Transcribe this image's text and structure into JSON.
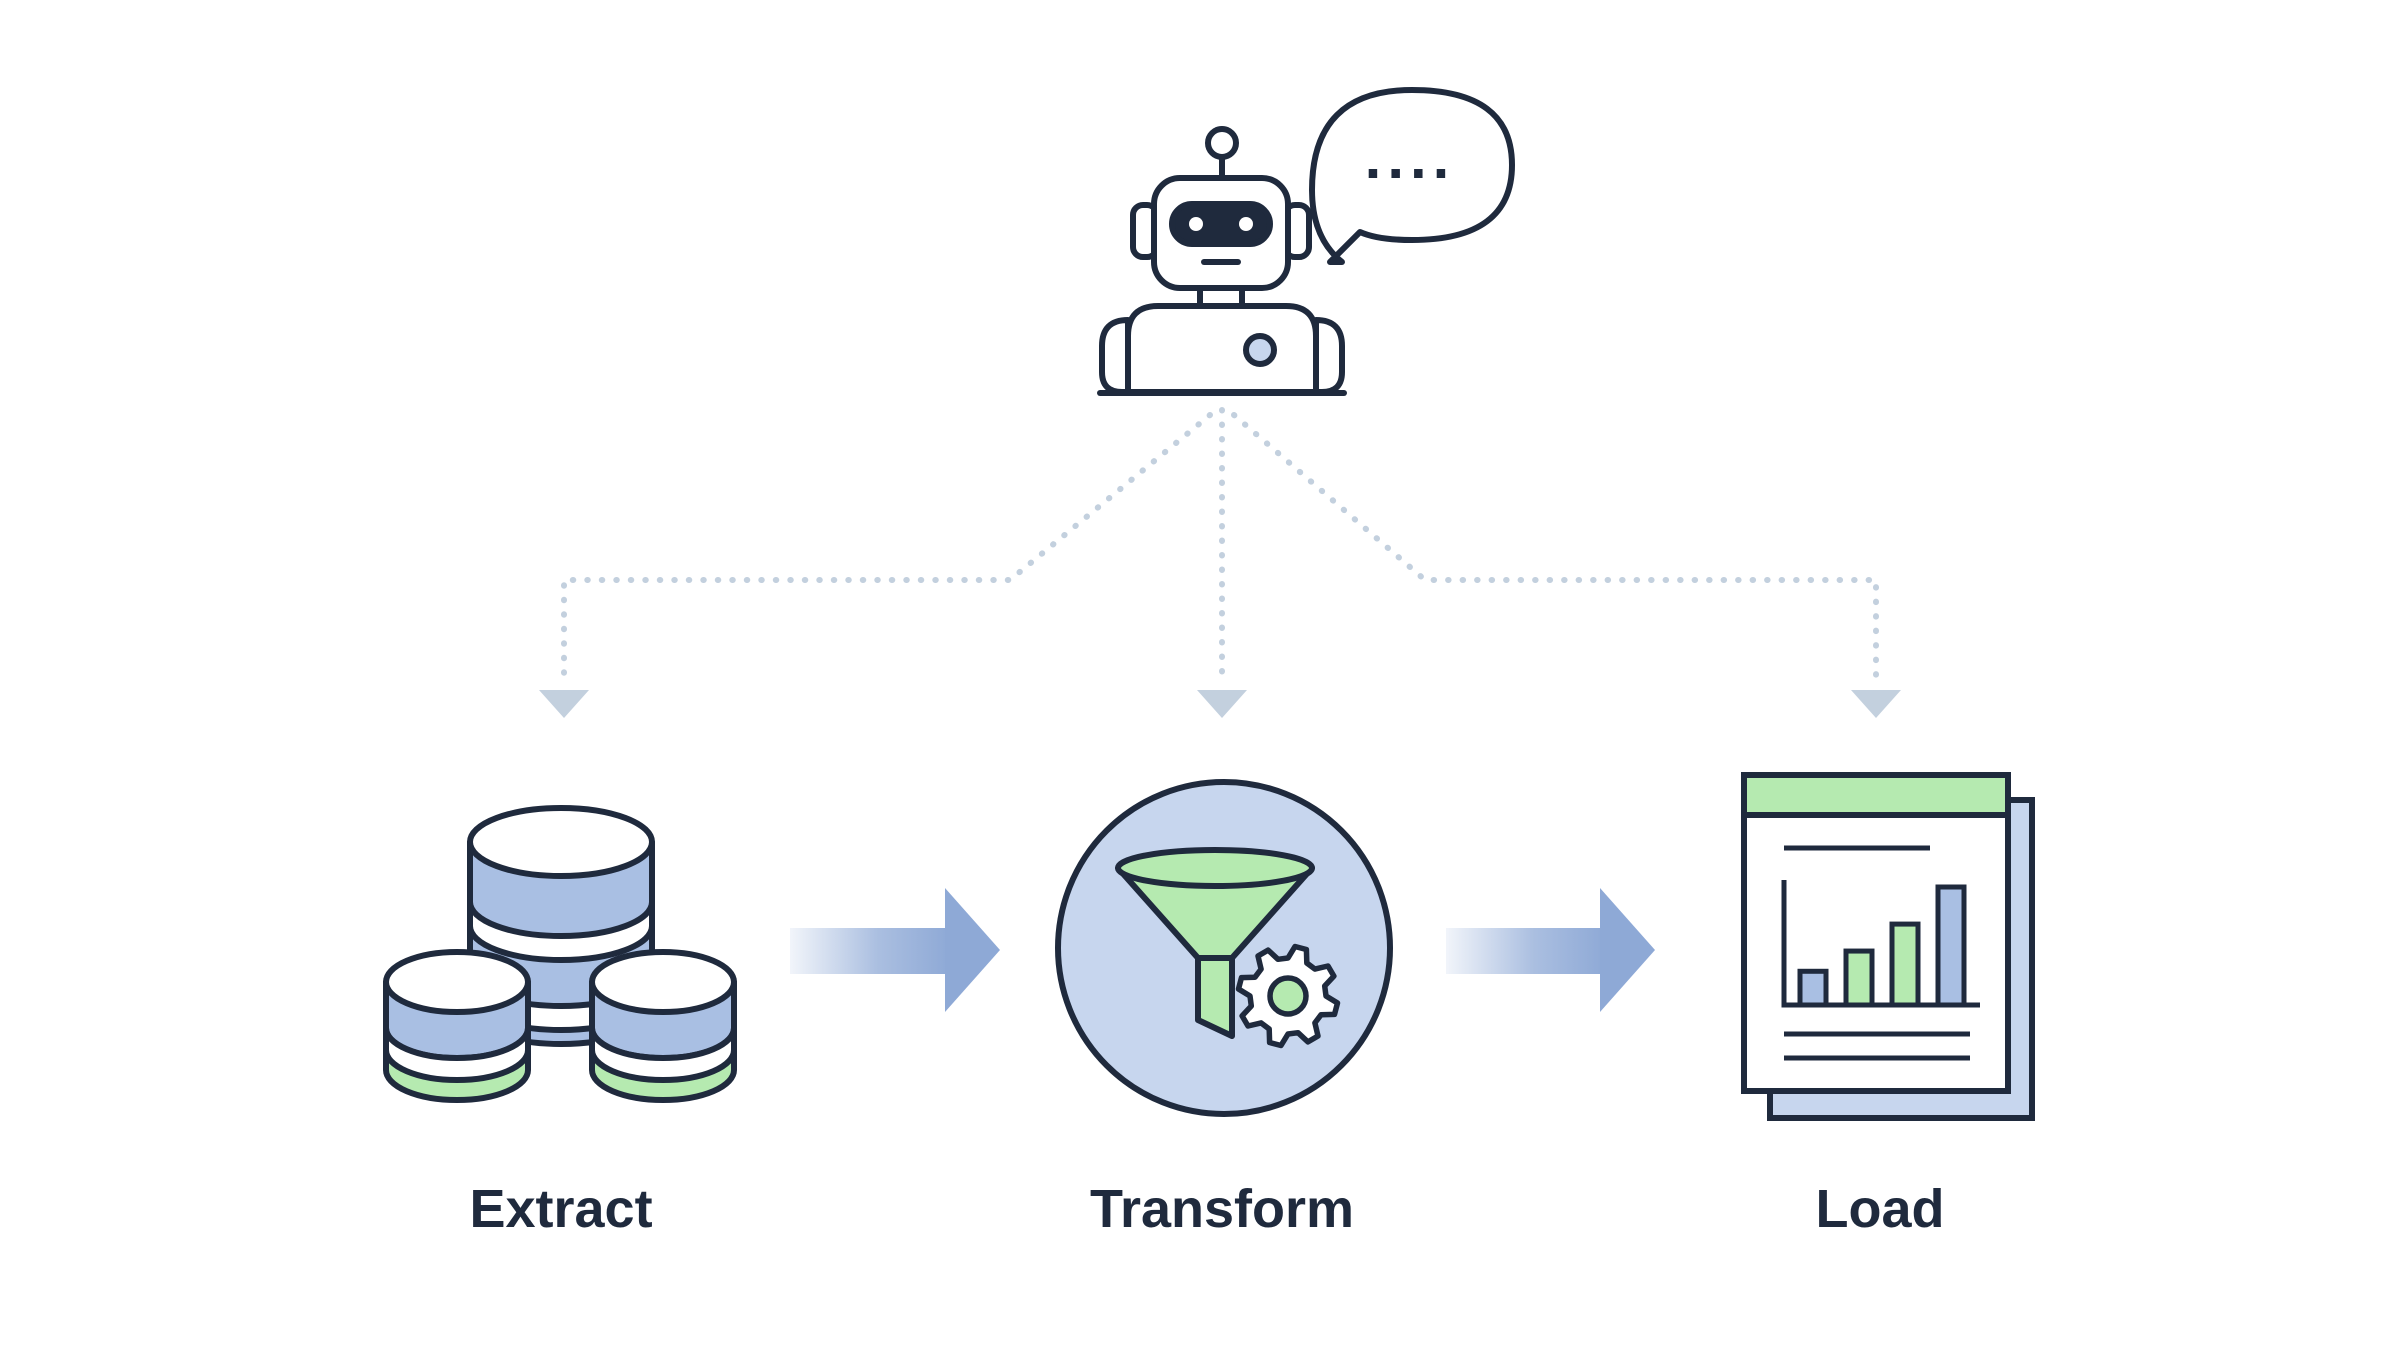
{
  "colors": {
    "stroke": "#1f2a3d",
    "blue_fill": "#a9bfe3",
    "light_blue_fill": "#c7d6ee",
    "green_fill": "#b5eab0",
    "connector": "#c3d0de",
    "flow_arrow": "#8ea9d6",
    "label_text": "#1f2a3d"
  },
  "orchestrator": {
    "icon": "robot-icon",
    "speech_bubble_text": "...."
  },
  "stages": [
    {
      "id": "extract",
      "label": "Extract",
      "icon": "database-cylinders-icon"
    },
    {
      "id": "transform",
      "label": "Transform",
      "icon": "funnel-gear-icon"
    },
    {
      "id": "load",
      "label": "Load",
      "icon": "report-bar-chart-icon"
    }
  ],
  "report_chart": {
    "bars": [
      {
        "value": 1,
        "color": "blue"
      },
      {
        "value": 1.6,
        "color": "green"
      },
      {
        "value": 2.4,
        "color": "green"
      },
      {
        "value": 3.5,
        "color": "blue"
      }
    ]
  }
}
